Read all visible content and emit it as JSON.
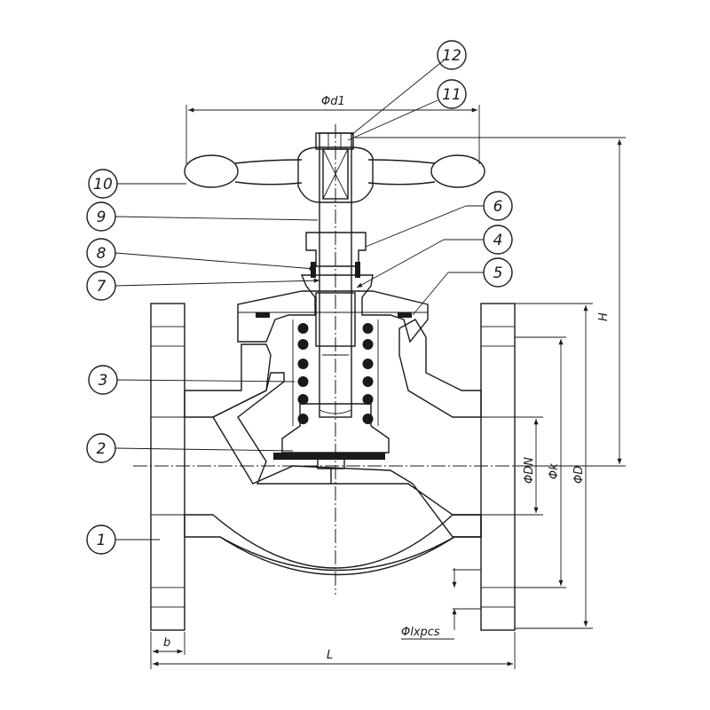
{
  "colors": {
    "line": "#1a1a1a",
    "background": "#ffffff",
    "hatch": "#1a1a1a"
  },
  "callouts": [
    "1",
    "2",
    "3",
    "4",
    "5",
    "6",
    "7",
    "8",
    "9",
    "10",
    "11",
    "12"
  ],
  "dimensions": {
    "handwheel_diameter": "Φd1",
    "height": "H",
    "nominal_diameter": "ΦDN",
    "bolt_circle": "Φk",
    "flange_diameter": "ΦD",
    "bolt_holes": "Φlxpcs",
    "flange_thickness": "b",
    "length": "L"
  }
}
